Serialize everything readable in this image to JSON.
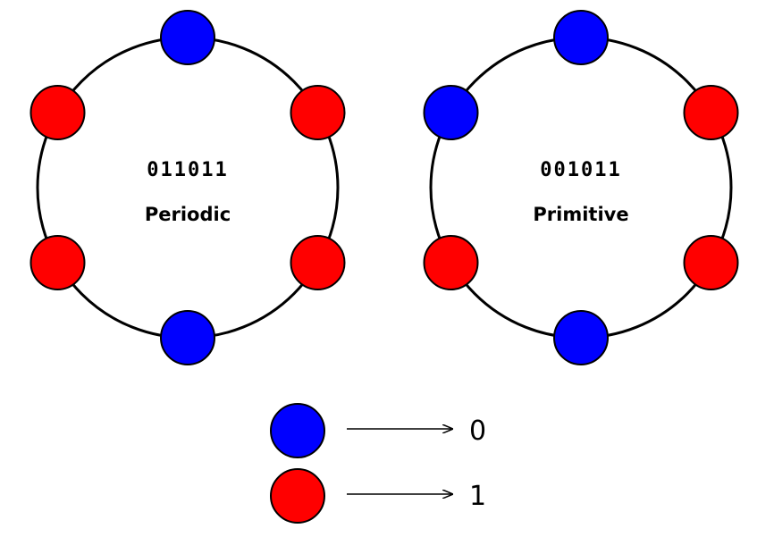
{
  "colors": {
    "zero": "#0000ff",
    "one": "#ff0000",
    "stroke": "#000000",
    "background": "#ffffff"
  },
  "necklaces": [
    {
      "code": "011011",
      "kind": "Periodic",
      "beads": [
        0,
        1,
        1,
        0,
        1,
        1
      ]
    },
    {
      "code": "001011",
      "kind": "Primitive",
      "beads": [
        0,
        1,
        1,
        0,
        1,
        0
      ]
    }
  ],
  "legend": [
    {
      "bit": "0",
      "value": "0"
    },
    {
      "bit": "1",
      "value": "1"
    }
  ]
}
